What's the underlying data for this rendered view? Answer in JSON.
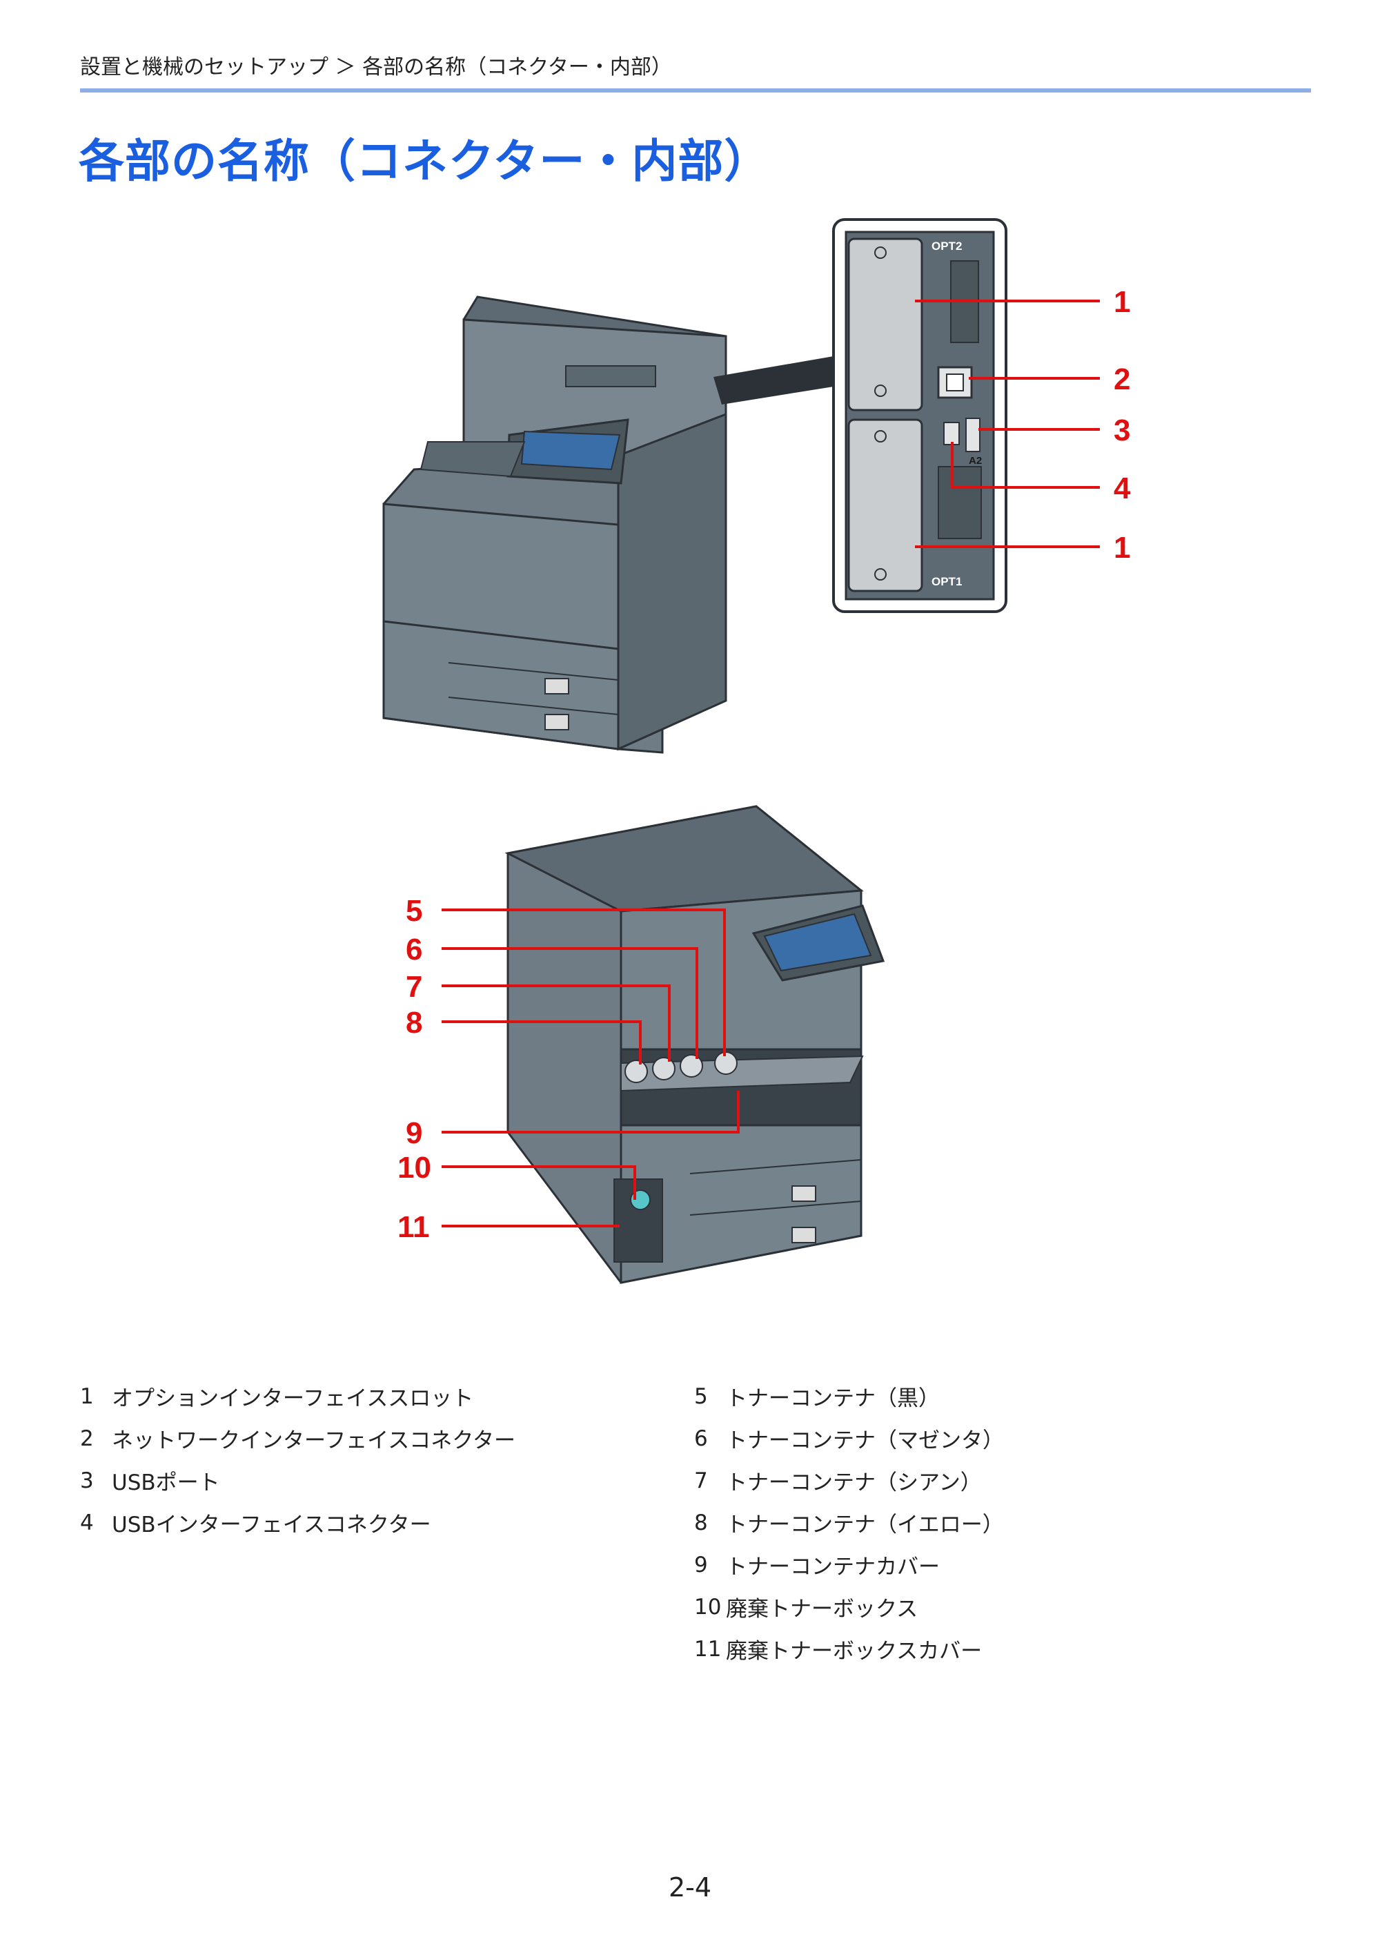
{
  "header": {
    "breadcrumb": "設置と機械のセットアップ ＞ 各部の名称（コネクター・内部）",
    "title": "各部の名称（コネクター・内部）"
  },
  "figure1": {
    "panel_labels": {
      "top": "OPT2",
      "bottom": "OPT1",
      "port": "A2"
    },
    "callouts": [
      "1",
      "2",
      "3",
      "4",
      "1"
    ]
  },
  "figure2": {
    "callouts": [
      "5",
      "6",
      "7",
      "8",
      "9",
      "10",
      "11"
    ]
  },
  "legend": {
    "left": [
      {
        "num": "1",
        "label": "オプションインターフェイススロット"
      },
      {
        "num": "2",
        "label": "ネットワークインターフェイスコネクター"
      },
      {
        "num": "3",
        "label": "USBポート"
      },
      {
        "num": "4",
        "label": "USBインターフェイスコネクター"
      }
    ],
    "right": [
      {
        "num": "5",
        "label": "トナーコンテナ（黒）"
      },
      {
        "num": "6",
        "label": "トナーコンテナ（マゼンタ）"
      },
      {
        "num": "7",
        "label": "トナーコンテナ（シアン）"
      },
      {
        "num": "8",
        "label": "トナーコンテナ（イエロー）"
      },
      {
        "num": "9",
        "label": "トナーコンテナカバー"
      },
      {
        "num": "10",
        "label": "廃棄トナーボックス"
      },
      {
        "num": "11",
        "label": "廃棄トナーボックスカバー"
      }
    ]
  },
  "footer": {
    "page_number": "2-4"
  },
  "colors": {
    "accent_title": "#1a5fe0",
    "rule": "#8eaee8",
    "callout": "#e01010",
    "machine_body": "#6f7c86"
  }
}
